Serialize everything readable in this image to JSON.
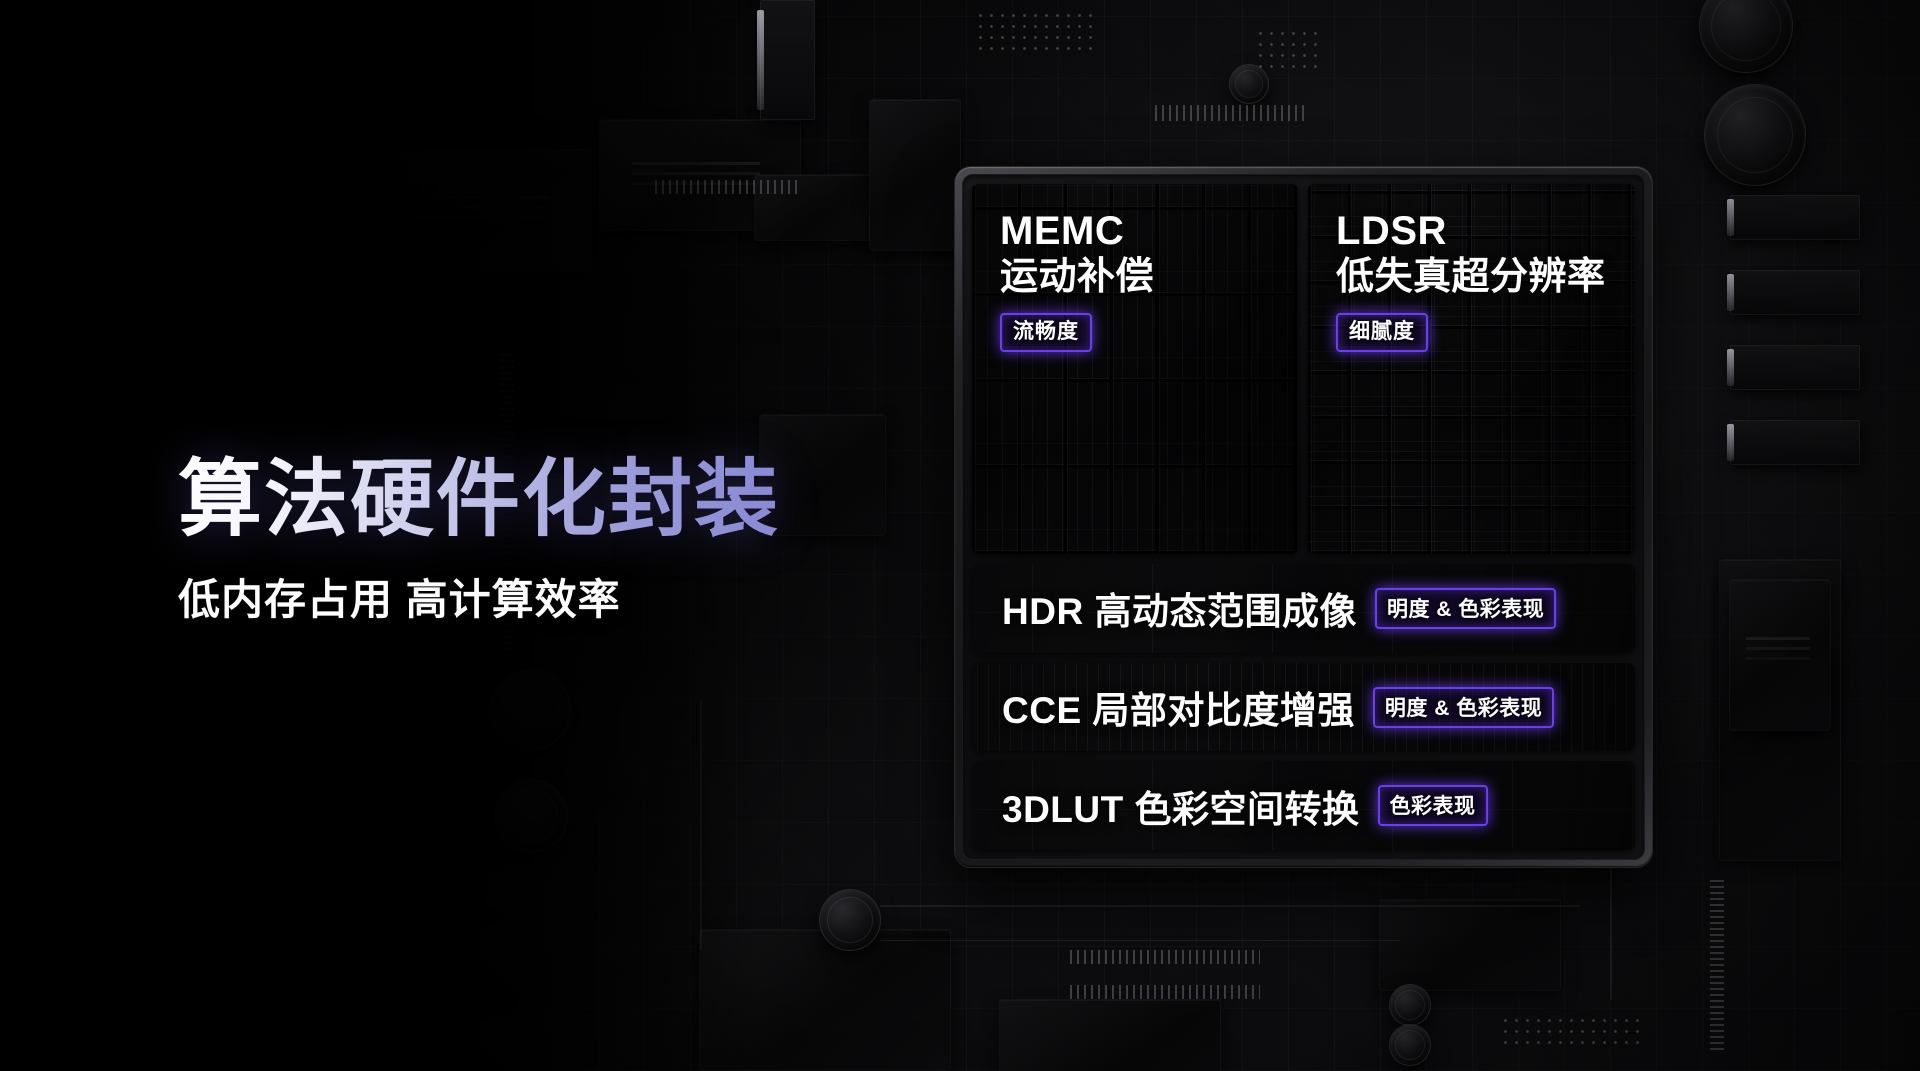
{
  "hero": {
    "headline": "算法硬件化封装",
    "subline": "低内存占用  高计算效率"
  },
  "chip": {
    "blocks": [
      {
        "code": "MEMC",
        "name": "运动补偿",
        "badge": "流畅度"
      },
      {
        "code": "LDSR",
        "name": "低失真超分辨率",
        "badge": "细腻度"
      }
    ],
    "bars": [
      {
        "title": "HDR 高动态范围成像",
        "badge": "明度 & 色彩表现"
      },
      {
        "title": "CCE 局部对比度增强",
        "badge": "明度 & 色彩表现"
      },
      {
        "title": "3DLUT 色彩空间转换",
        "badge": "色彩表现"
      }
    ]
  },
  "colors": {
    "accent_purple": "#6a3df0",
    "headline_gradient_start": "#ffffff",
    "headline_gradient_end": "#8585d4",
    "background": "#000000",
    "text_white": "#ffffff"
  }
}
